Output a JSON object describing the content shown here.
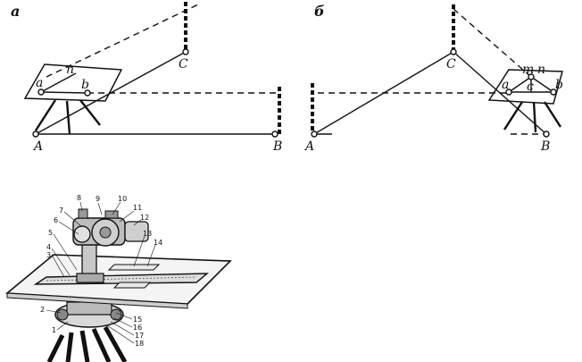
{
  "panels": {
    "a": {
      "label": "а",
      "points": {
        "A": "A",
        "B": "B",
        "C": "C",
        "a": "a",
        "b": "b",
        "n": "n"
      }
    },
    "b": {
      "label": "б",
      "points": {
        "A": "A",
        "B": "B",
        "C": "C",
        "a": "a",
        "b": "b",
        "c": "c",
        "m": "m",
        "n": "n"
      }
    }
  },
  "instrument": {
    "callouts": [
      "1",
      "2",
      "3",
      "4",
      "5",
      "6",
      "7",
      "8",
      "9",
      "10",
      "11",
      "12",
      "13",
      "14",
      "15",
      "16",
      "17",
      "18"
    ]
  }
}
